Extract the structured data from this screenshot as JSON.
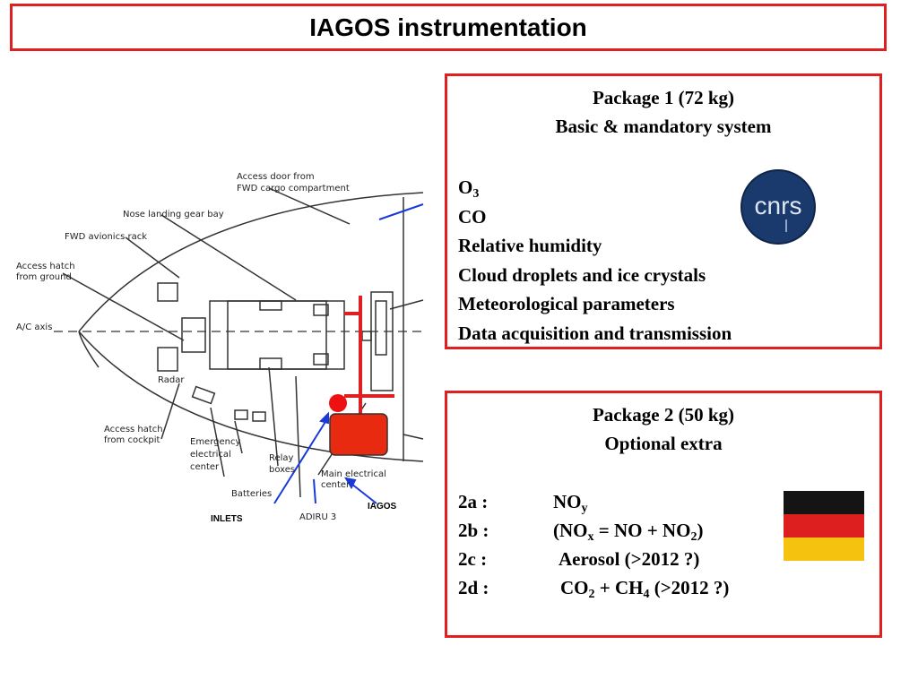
{
  "title": "IAGOS instrumentation",
  "package1": {
    "heading": "Package 1 (72 kg)",
    "subheading": "Basic & mandatory system",
    "items": {
      "o3_base": "O",
      "o3_sub": "3",
      "co": "CO",
      "humidity": "Relative humidity",
      "cloud": "Cloud droplets and ice crystals",
      "meteo": "Meteorological parameters",
      "data": "Data acquisition and transmission"
    },
    "logo_text": "cnrs",
    "logo_color": "#1a3a6e"
  },
  "package2": {
    "heading": "Package 2 (50 kg)",
    "subheading": "Optional extra",
    "rows": {
      "a": {
        "code": "2a :",
        "p1": "NO",
        "s1": "y"
      },
      "b": {
        "code": "2b :",
        "p1": "(NO",
        "s1": "x",
        "p2": " = NO + NO",
        "s2": "2",
        "p3": ")"
      },
      "c": {
        "code": "2c :",
        "p1": "Aerosol (>2012 ?)"
      },
      "d": {
        "code": "2d :",
        "p1": "CO",
        "s1": "2",
        "p2": " + CH",
        "s2": "4",
        "p3": " (>2012 ?)"
      }
    }
  },
  "diagram": {
    "labels": {
      "access_door": "Access door from",
      "access_door2": "FWD cargo compartment",
      "nose_gear": "Nose landing gear bay",
      "fwd_avionics": "FWD avionics rack",
      "hatch_ground": "Access hatch",
      "hatch_ground2": "from ground",
      "ac_axis": "A/C axis",
      "radar": "Radar",
      "hatch_cockpit": "Access hatch",
      "hatch_cockpit2": "from cockpit",
      "emergency": "Emergency",
      "emergency2": "electrical",
      "emergency3": "center",
      "relay": "Relay",
      "relay2": "boxes",
      "batteries": "Batteries",
      "main_elec": "Main electrical",
      "main_elec2": "center",
      "adiru": "ADIRU 3",
      "iagos": "IAGOS",
      "inlets": "INLETS"
    }
  }
}
